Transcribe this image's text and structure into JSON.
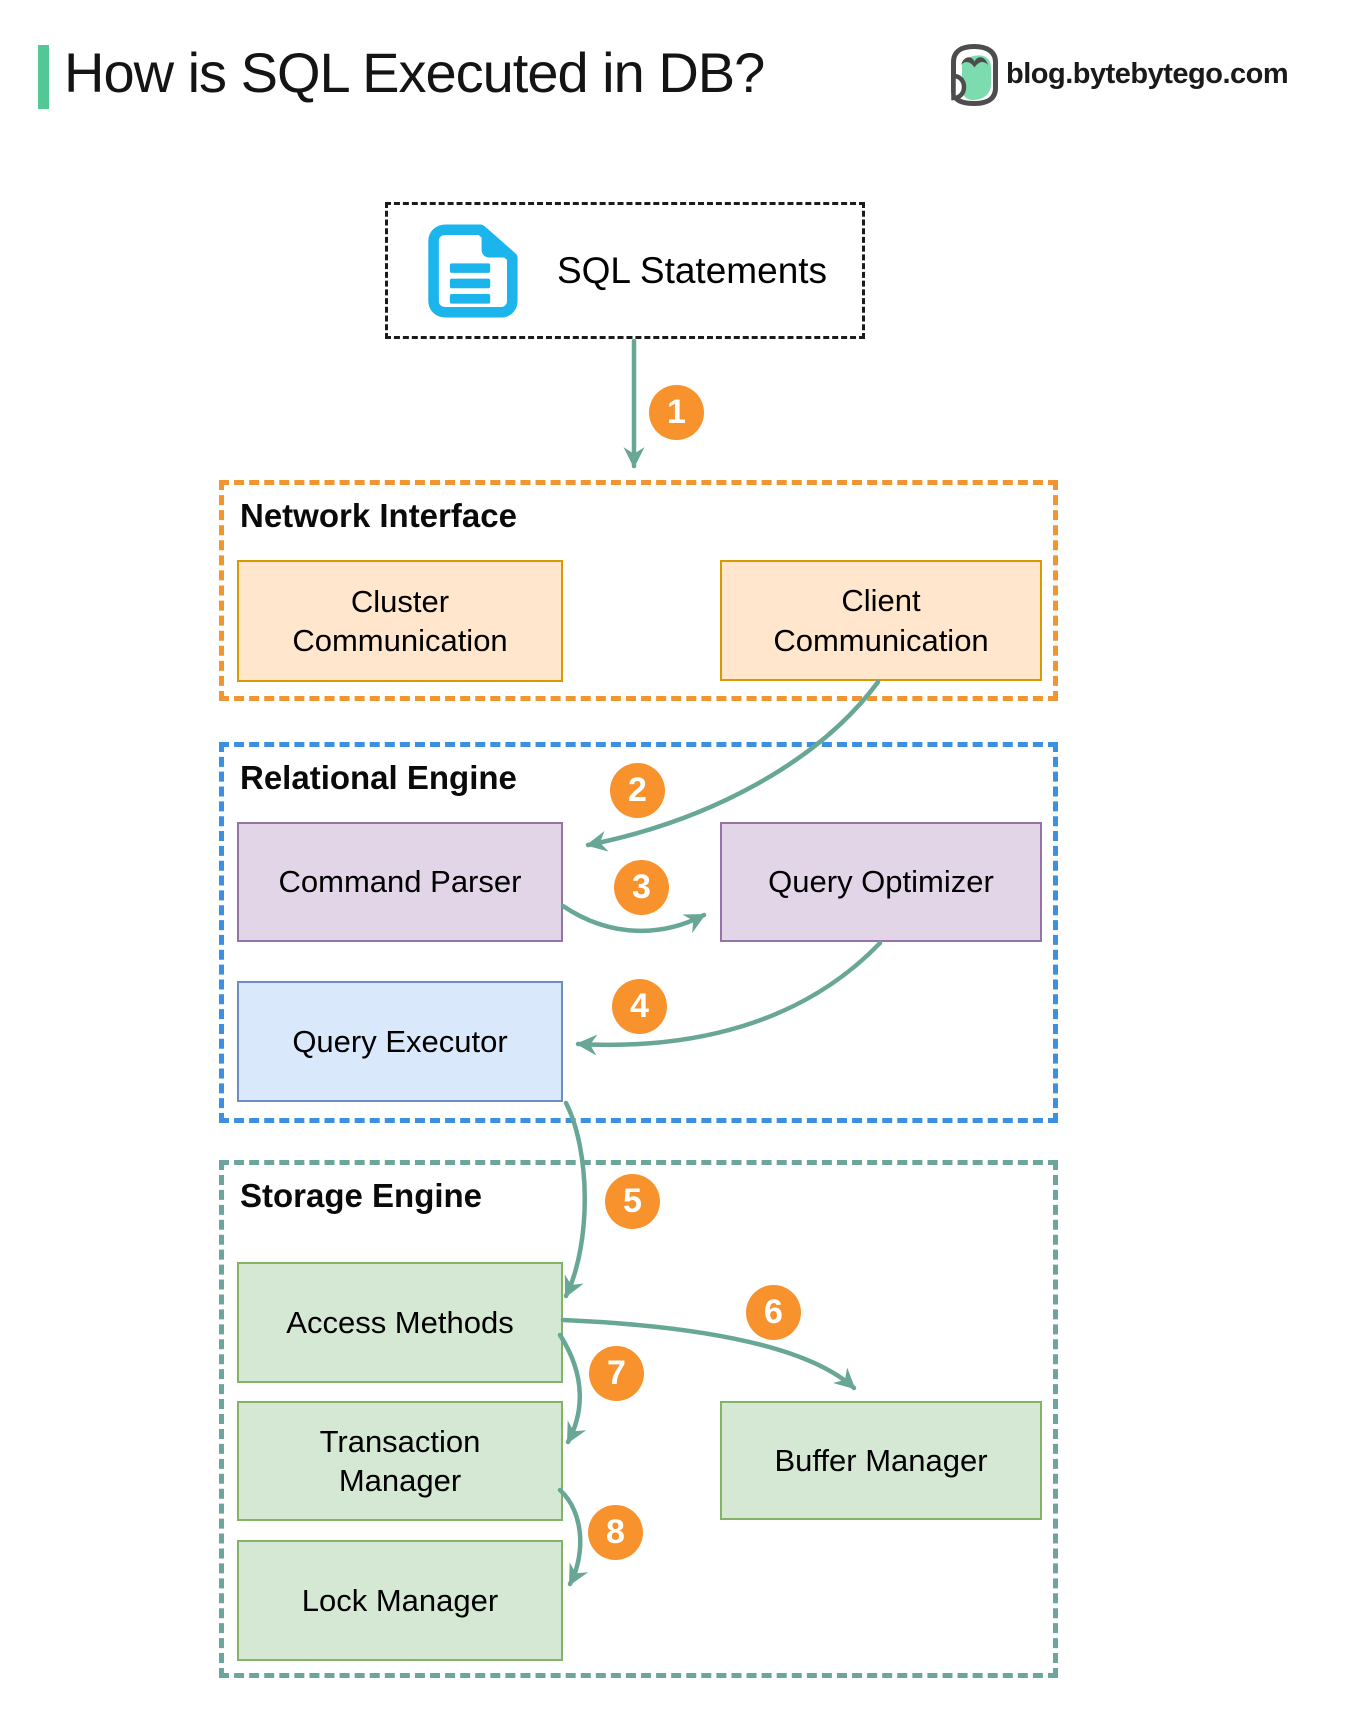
{
  "header": {
    "title": "How is SQL Executed in DB?",
    "site": "blog.bytebytego.com"
  },
  "source": {
    "label": "SQL Statements",
    "icon": "sql-document-icon"
  },
  "sections": [
    {
      "id": "network-interface",
      "label": "Network Interface",
      "boxes": [
        "Cluster Communication",
        "Client Communication"
      ]
    },
    {
      "id": "relational-engine",
      "label": "Relational Engine",
      "boxes": [
        "Command Parser",
        "Query Optimizer",
        "Query Executor"
      ]
    },
    {
      "id": "storage-engine",
      "label": "Storage Engine",
      "boxes": [
        "Access Methods",
        "Transaction Manager",
        "Buffer Manager",
        "Lock Manager"
      ]
    }
  ],
  "steps": [
    "1",
    "2",
    "3",
    "4",
    "5",
    "6",
    "7",
    "8"
  ],
  "flow": [
    {
      "step": "1",
      "from": "SQL Statements",
      "to": "Network Interface"
    },
    {
      "step": "2",
      "from": "Client Communication",
      "to": "Command Parser"
    },
    {
      "step": "3",
      "from": "Command Parser",
      "to": "Query Optimizer"
    },
    {
      "step": "4",
      "from": "Query Optimizer",
      "to": "Query Executor"
    },
    {
      "step": "5",
      "from": "Query Executor",
      "to": "Access Methods"
    },
    {
      "step": "6",
      "from": "Access Methods",
      "to": "Buffer Manager"
    },
    {
      "step": "7",
      "from": "Access Methods",
      "to": "Transaction Manager"
    },
    {
      "step": "8",
      "from": "Transaction Manager",
      "to": "Lock Manager"
    }
  ],
  "colors": {
    "accent": "#53C796",
    "arrow": "#68A795",
    "badge": "#F7922D",
    "ni_border": "#F0952F",
    "re_border": "#3D8FE2",
    "se_border": "#6CA59D",
    "orange_fill": "#FFE6CC",
    "orange_stroke": "#D79B00",
    "purple_fill": "#E1D5E7",
    "purple_stroke": "#9673A6",
    "blue_fill": "#DAE8FC",
    "blue_stroke": "#6C8EBF",
    "green_fill": "#D5E8D4",
    "green_stroke": "#82B366",
    "icon_cyan": "#1CB4EC"
  }
}
